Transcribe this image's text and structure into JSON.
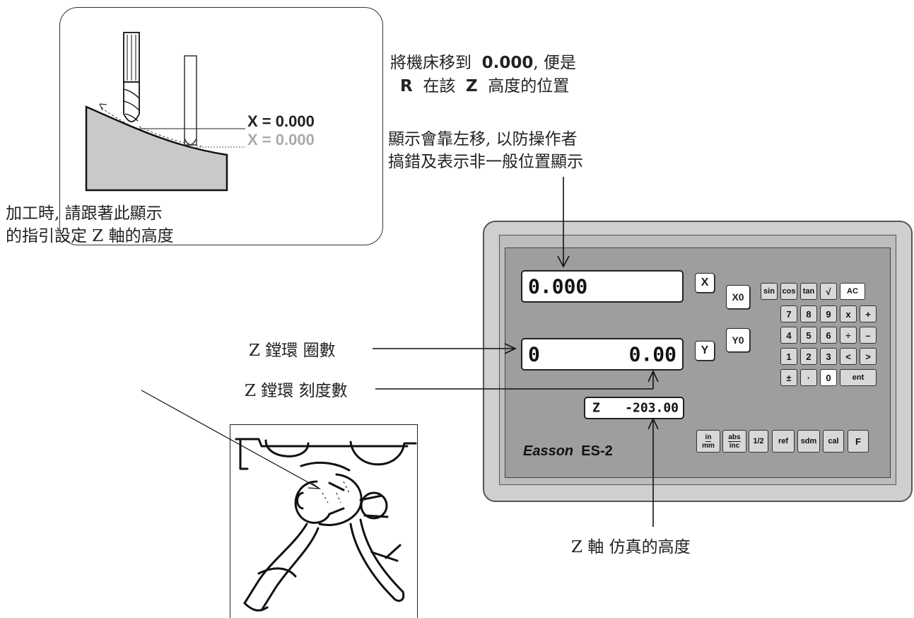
{
  "inset": {
    "x_current": "X = 0.000",
    "x_ghost": "X = 0.000"
  },
  "notes": {
    "move_line1_pre": "將機床移到",
    "move_value": "0.000",
    "move_line1_post": ", 便是",
    "move_r": "R",
    "move_mid": "在該",
    "move_z": "Z",
    "move_post": "高度的位置",
    "shift_line1": "顯示會靠左移, 以防操作者",
    "shift_line2": "搞錯及表示非一般位置顯示",
    "follow_line1": "加工時, 請跟著此顯示",
    "follow_line2": "的指引設定 Z 軸的高度",
    "ring_turns": "Z 鏜環 圈數",
    "ring_scale": "Z 鏜環 刻度數",
    "sim_height": "Z 軸 仿真的高度"
  },
  "dro": {
    "display_x": "0.000",
    "display_y_left": "0",
    "display_y_right": "0.00",
    "display_z_label": "Z",
    "display_z_value": "-203.00",
    "axis_x": "X",
    "axis_y": "Y",
    "zero_x": "X0",
    "zero_y": "Y0",
    "brand": "Easson",
    "model": "ES-2",
    "keypad_rows": [
      [
        "sin",
        "cos",
        "tan",
        "√",
        "AC"
      ],
      [
        "7",
        "8",
        "9",
        "x",
        "+"
      ],
      [
        "4",
        "5",
        "6",
        "÷",
        "–"
      ],
      [
        "1",
        "2",
        "3",
        "<",
        ">"
      ],
      [
        "±",
        "·",
        "0",
        "ent"
      ]
    ],
    "function_keys": {
      "in": "in",
      "mm": "mm",
      "abs": "abs",
      "inc": "inc",
      "half": "1/2",
      "ref": "ref",
      "sdm": "sdm",
      "cal": "cal",
      "f": "F"
    }
  }
}
